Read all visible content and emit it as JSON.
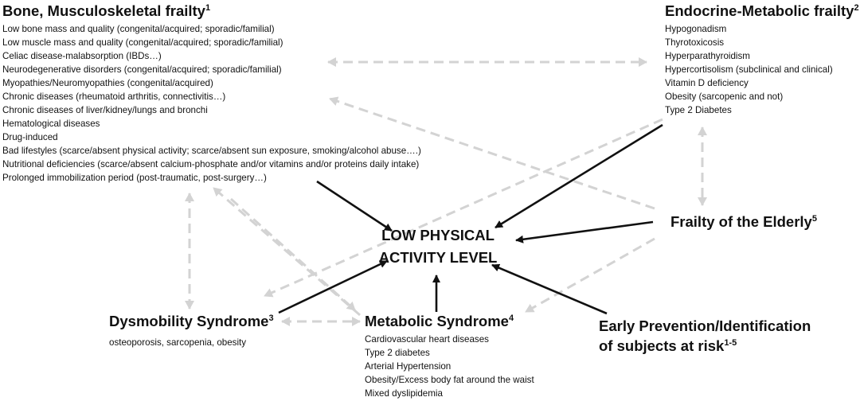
{
  "blocks": {
    "bone": {
      "title": "Bone, Musculoskeletal frailty",
      "sup": "1",
      "items": [
        "Low bone mass and quality (congenital/acquired; sporadic/familial)",
        "Low muscle mass and quality (congenital/acquired; sporadic/familial)",
        "Celiac disease-malabsorption (IBDs…)",
        "Neurodegenerative disorders (congenital/acquired; sporadic/familial)",
        "Myopathies/Neuromyopathies  (congenital/acquired)",
        "Chronic diseases (rheumatoid arthritis, connectivitis…)",
        "Chronic diseases of liver/kidney/lungs and bronchi",
        "Hematological diseases",
        "Drug-induced",
        "Bad lifestyles (scarce/absent physical activity; scarce/absent sun exposure, smoking/alcohol abuse….)",
        "Nutritional deficiencies (scarce/absent calcium-phosphate and/or vitamins and/or proteins daily intake)",
        "Prolonged immobilization period (post-traumatic, post-surgery…)"
      ]
    },
    "endocrine": {
      "title": "Endocrine-Metabolic frailty",
      "sup": "2",
      "items": [
        "Hypogonadism",
        "Thyrotoxicosis",
        "Hyperparathyroidism",
        "Hypercortisolism (subclinical and clinical)",
        "Vitamin D deficiency",
        "Obesity (sarcopenic and not)",
        "Type 2 Diabetes"
      ]
    },
    "center": {
      "line1": "LOW PHYSICAL",
      "line2": "ACTIVITY LEVEL"
    },
    "elderly": {
      "title": "Frailty of the Elderly",
      "sup": "5"
    },
    "dysmobility": {
      "title": "Dysmobility Syndrome",
      "sup": "3",
      "items": [
        "osteoporosis, sarcopenia, obesity"
      ]
    },
    "metabolic": {
      "title": "Metabolic Syndrome",
      "sup": "4",
      "items": [
        "Cardiovascular heart diseases",
        "Type 2 diabetes",
        "Arterial Hypertension",
        "Obesity/Excess body fat around the waist",
        "Mixed dyslipidemia"
      ]
    },
    "prevention": {
      "line1": "Early Prevention/Identification",
      "line2": "of subjects at risk",
      "sup": "1-5"
    }
  },
  "colors": {
    "solid_arrow": "#111111",
    "dashed_arrow": "#d3d3d3"
  }
}
